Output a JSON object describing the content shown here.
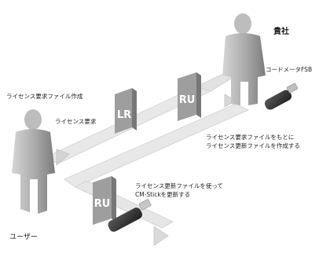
{
  "diagram": {
    "actors": {
      "company": "貴社",
      "user": "ユーザー"
    },
    "cards": {
      "lr": "LR",
      "ru_top": "RU",
      "ru_bottom": "RU"
    },
    "labels": {
      "request_file_create": "ライセンス要求ファイル作成",
      "license_request": "ライセンス要求",
      "code_meter": "コードメータFSB",
      "create_update_line1": "ライセンス要求ファイルをもとに",
      "create_update_line2": "ライセンス更新ファイルを作成する",
      "apply_update_line1": "ライセンス更新ファイルを使って",
      "apply_update_line2": "CM-Stickを更新する"
    }
  },
  "colors": {
    "figure_light": "#c4c4c4",
    "figure_mid": "#9a9a9a",
    "figure_dark": "#6e6e6e",
    "path_light": "#ececec",
    "path_edge": "#c9c9c9",
    "card_face": "#9e9e9e",
    "card_side": "#7a7a7a",
    "card_text": "#ffffff"
  },
  "icons": [
    "person-figure",
    "usb-stick-icon",
    "document-card-icon",
    "arrow-path"
  ]
}
